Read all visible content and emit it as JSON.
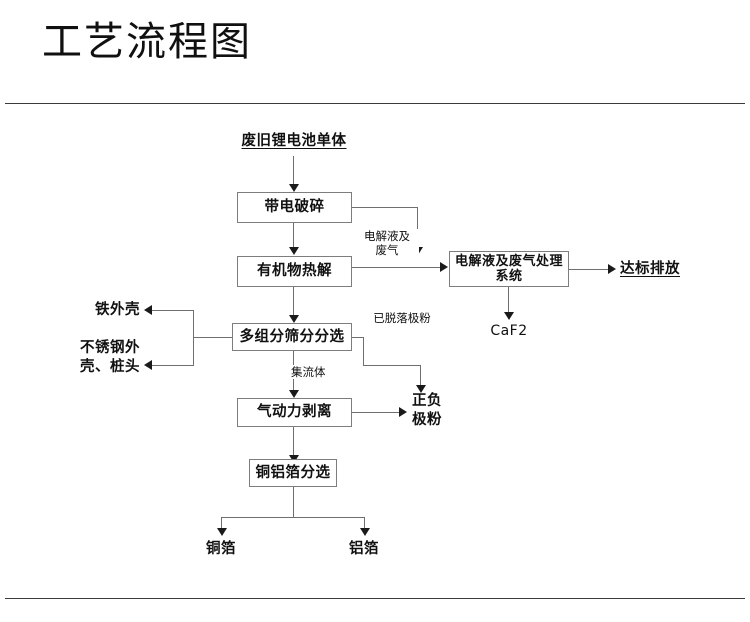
{
  "page": {
    "title": "工艺流程图"
  },
  "flowchart": {
    "nodes": {
      "input": "废旧锂电池单体",
      "crush": "带电破碎",
      "pyrolysis": "有机物热解",
      "gas_system": "电解液及废气处理\n系统",
      "emission": "达标排放",
      "caf2": "CaF2",
      "sieving": "多组分筛分分选",
      "iron_shell": "铁外壳",
      "steel_shell": "不锈钢外\n壳、桩头",
      "pneumatic": "气动力剥离",
      "electrode_powder": "正负\n极粉",
      "foil_sorting": "铜铝箔分选",
      "copper_foil": "铜箔",
      "aluminum_foil": "铝箔"
    },
    "edge_labels": {
      "electrolyte_gas": "电解液及\n废气",
      "detached_powder": "已脱落极粉",
      "current_collector": "集流体"
    },
    "colors": {
      "box_border": "#7d7d7d",
      "line": "#6f6f6f",
      "arrow": "#1a1a1a",
      "text": "#111111",
      "divider": "#3a3a3a"
    }
  }
}
